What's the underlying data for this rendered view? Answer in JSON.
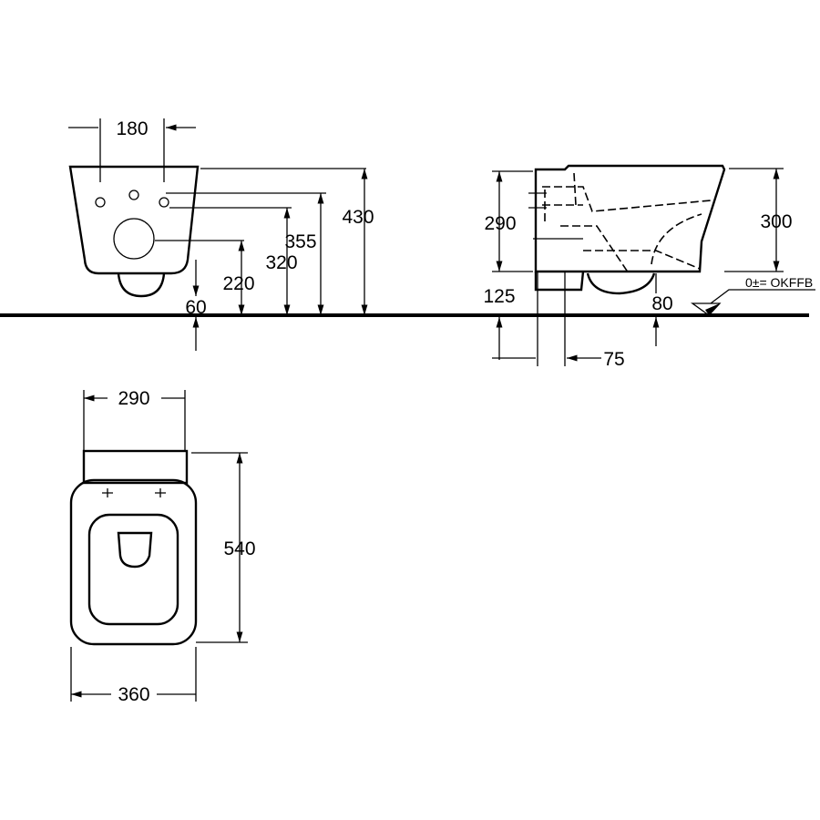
{
  "title": "Wall-hung WC dimension drawing",
  "front_view": {
    "dims": {
      "hole_spacing": "180",
      "total_height": "430",
      "top_fixing": "355",
      "fixing_height": "320",
      "outlet_height": "220",
      "bottom_clearance": "60"
    }
  },
  "side_view": {
    "dims": {
      "body_height": "290",
      "bowl_height": "300",
      "wall_bracket": "125",
      "outlet_drop": "80",
      "outlet_offset": "75"
    },
    "floor_reference": "0±= OKFFB"
  },
  "top_view": {
    "dims": {
      "tank_width": "290",
      "length": "540",
      "width": "360"
    }
  },
  "colors": {
    "line": "#000000",
    "background": "#ffffff"
  }
}
